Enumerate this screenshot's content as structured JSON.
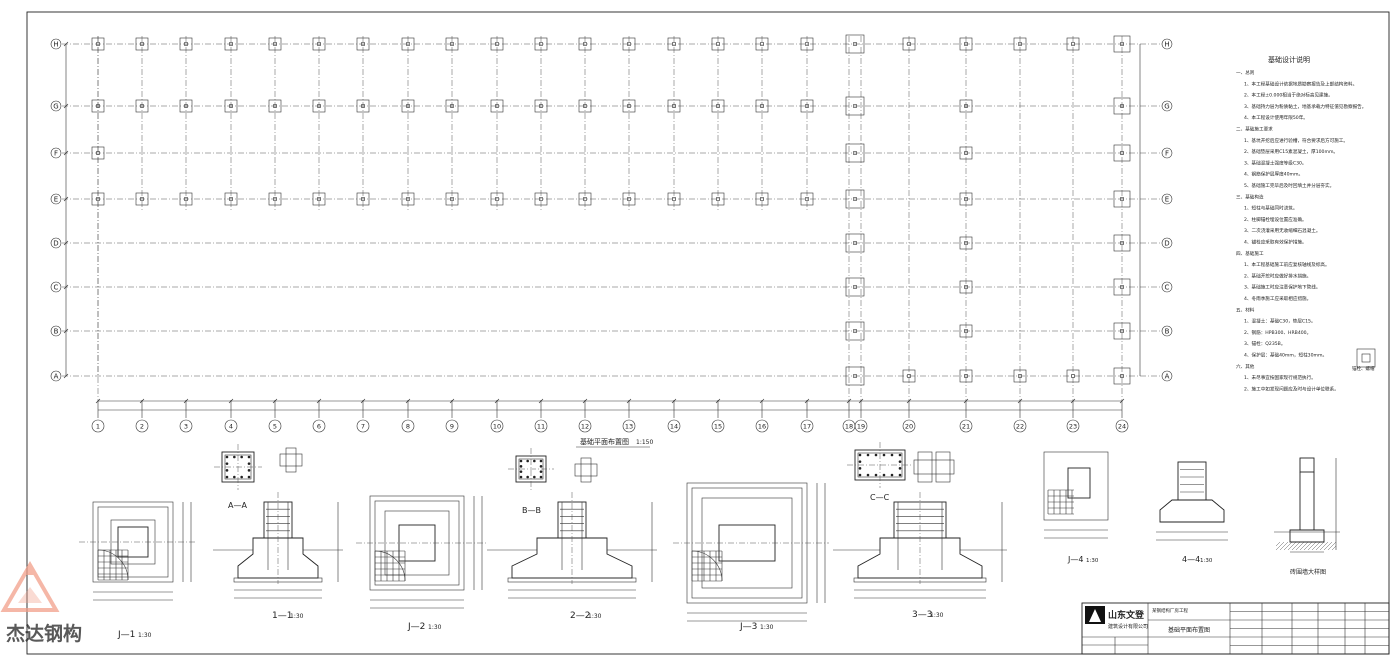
{
  "grid": {
    "rows": [
      "H",
      "G",
      "F",
      "E",
      "D",
      "C",
      "B",
      "A"
    ],
    "cols": [
      "1",
      "2",
      "3",
      "4",
      "5",
      "6",
      "7",
      "8",
      "9",
      "10",
      "11",
      "12",
      "13",
      "14",
      "15",
      "16",
      "17",
      "18",
      "19",
      "20",
      "21",
      "22",
      "23",
      "24"
    ],
    "plan_title": "基础平面布置图",
    "plan_scale": "1:150"
  },
  "notes": {
    "title": "基础设计说明",
    "lines": [
      "一、总则",
      "1、本工程基础设计依据地质勘察报告及上部结构资料。",
      "2、本工程±0.000相当于绝对标高见建施。",
      "3、基础持力层为粉质黏土，地基承载力特征值见勘察报告。",
      "4、本工程设计使用年限50年。",
      "二、基础施工要求",
      "1、基坑开挖后应进行验槽，符合要求后方可施工。",
      "2、基础垫层采用C15素混凝土，厚100mm。",
      "3、基础混凝土强度等级C30。",
      "4、钢筋保护层厚度40mm。",
      "5、基础施工完毕后及时回填土并分层夯实。",
      "三、基础构造",
      "1、短柱与基础同时浇筑。",
      "2、柱脚锚栓埋设位置应准确。",
      "3、二次浇灌采用无收缩细石混凝土。",
      "4、锚栓应采取有效保护措施。",
      "四、基础施工",
      "1、本工程基础施工前应复核轴线及标高。",
      "2、基础开挖时应做好排水措施。",
      "3、基础施工时应注意保护地下管线。",
      "4、冬雨季施工应采取相应措施。",
      "五、材料",
      "1、混凝土：基础C30，垫层C15。",
      "2、钢筋：HPB300、HRB400。",
      "3、锚栓：Q235B。",
      "4、保护层：基础40mm，短柱30mm。",
      "六、其他",
      "1、未尽事宜按国家现行规范执行。",
      "2、施工中如发现问题应及时与设计单位联系。"
    ],
    "anchor_label": "锚栓、螺帽"
  },
  "details": {
    "jA": "A—A",
    "jB": "B—B",
    "jC": "C—C",
    "j1": "J—1",
    "j2": "J—2",
    "j3": "J—3",
    "s1": "1—1",
    "s2": "2—2",
    "s3": "3—3",
    "j4": "J—4",
    "s4": "4—4",
    "wall": "砖围墙大样图",
    "scale": "1:30"
  },
  "title_block": {
    "company": "山东文登",
    "company_sub": "建筑设计有限公司",
    "drawing_name": "基础平面布置图",
    "project": "某钢结构厂房工程"
  },
  "watermark": {
    "text": "杰达钢构"
  },
  "colors": {
    "line": "#222222",
    "watermark": "#f2a08a"
  }
}
